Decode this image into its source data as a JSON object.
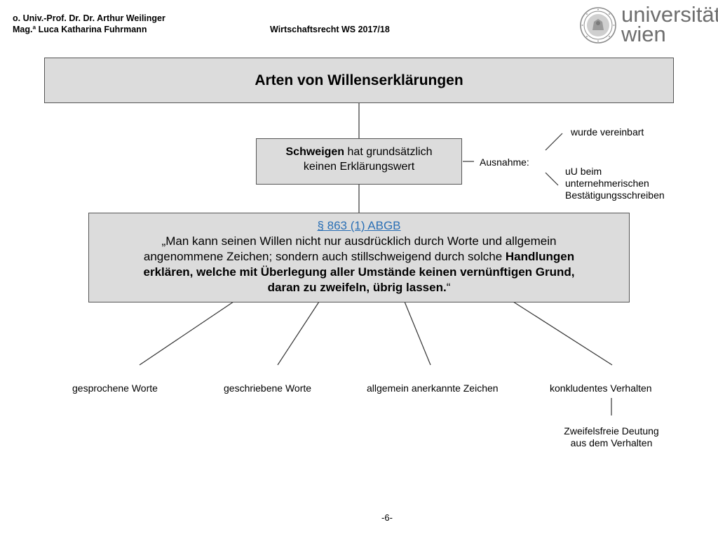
{
  "header": {
    "author_1": "o. Univ.-Prof. Dr. Dr. Arthur Weilinger",
    "author_2": "Mag.ª Luca Katharina Fuhrmann",
    "course": "Wirtschaftsrecht WS 2017/18"
  },
  "logo": {
    "line_1": "universität",
    "line_2": "wien",
    "icon": "university-seal-icon"
  },
  "title_box": {
    "text": "Arten von Willenserklärungen"
  },
  "silence_box": {
    "bold_word": "Schweigen",
    "rest_line_1": " hat grundsätzlich",
    "line_2": "keinen Erklärungswert"
  },
  "exception": {
    "label": "Ausnahme:",
    "option_1": "wurde vereinbart",
    "option_2_line_1": "uU beim",
    "option_2_line_2": "unternehmerischen",
    "option_2_line_3": "Bestätigungsschreiben"
  },
  "law_box": {
    "link": "§ 863 (1) ABGB",
    "line_1": "„Man kann seinen Willen nicht nur ausdrücklich durch Worte und allgemein",
    "line_2_regular": "angenommene Zeichen; sondern auch stillschweigend durch solche ",
    "line_2_bold": "Handlungen",
    "line_3_bold": "erklären, welche mit Überlegung aller Umstände keinen vernünftigen Grund,",
    "line_4_bold": "daran zu zweifeln, übrig lassen.",
    "line_4_end": "“"
  },
  "forms": {
    "item_1": "gesprochene Worte",
    "item_2": "geschriebene Worte",
    "item_3": "allgemein anerkannte Zeichen",
    "item_4": "konkludentes Verhalten"
  },
  "conclusion": {
    "line_1": "Zweifelsfreie Deutung",
    "line_2": "aus dem Verhalten"
  },
  "footer": {
    "page_number": "-6-"
  },
  "colors": {
    "box_fill": "#dcdcdc",
    "link": "#2a6fb5",
    "logo": "#6e6e6e"
  }
}
